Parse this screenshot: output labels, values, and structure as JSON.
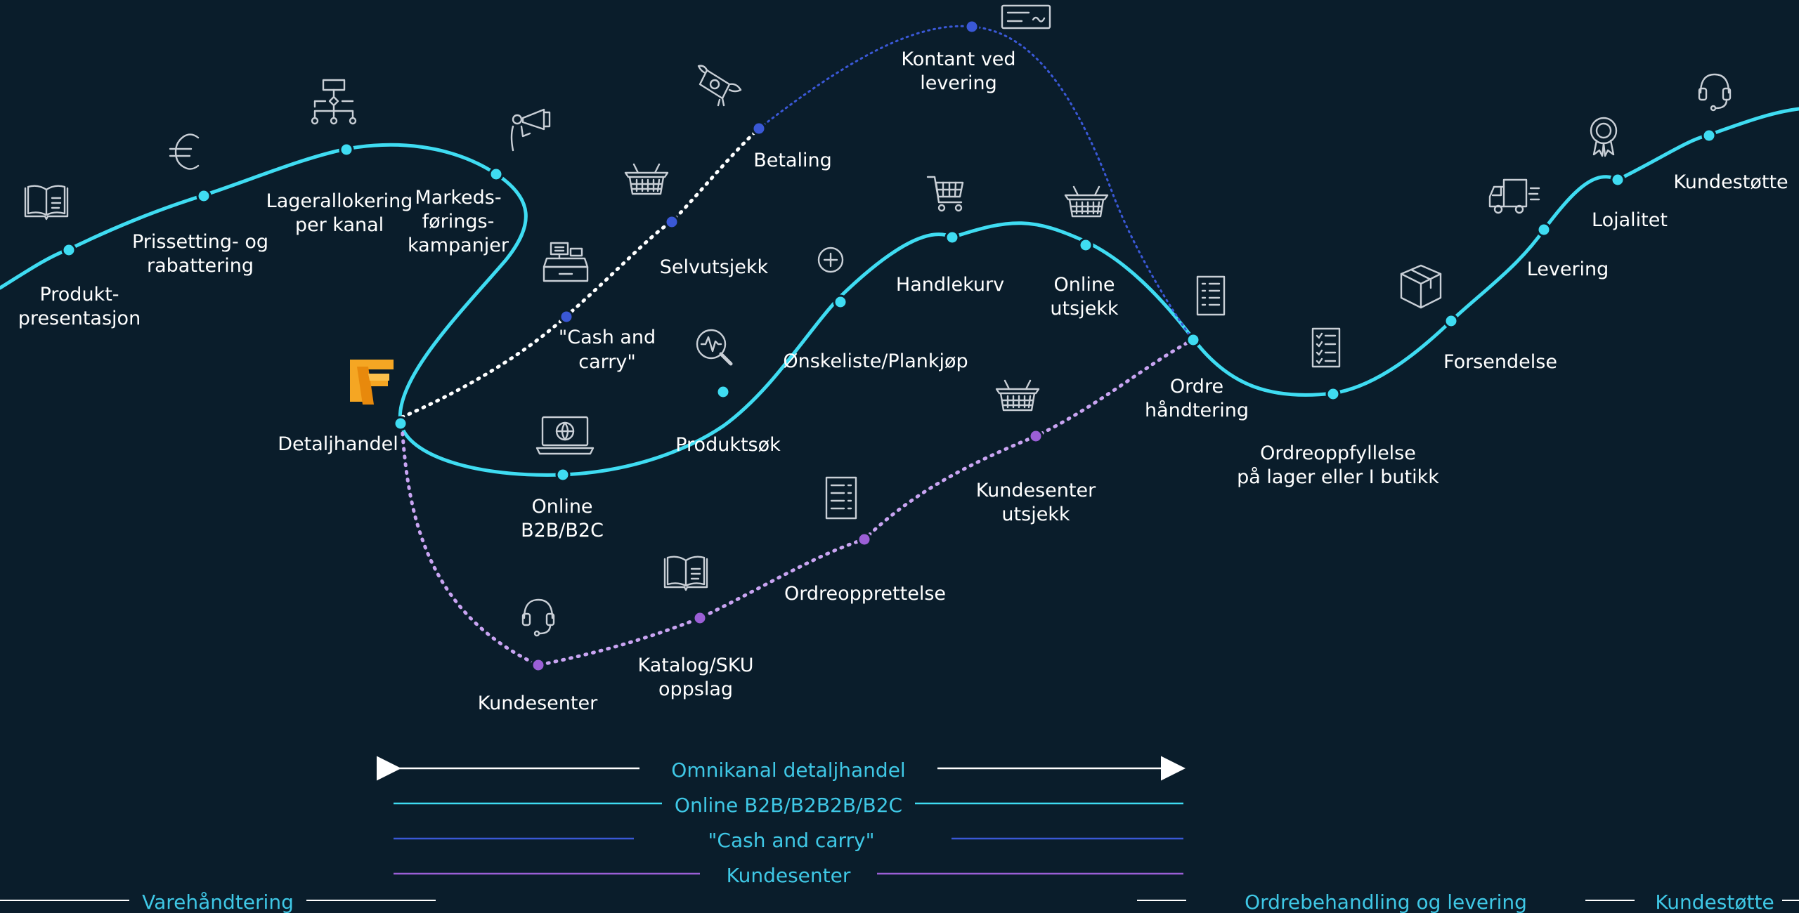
{
  "colors": {
    "background": "#0a1d2b",
    "online": "#3fdcf2",
    "cash_and_carry": "#3a58d6",
    "cash_and_carry_start": "#ffffff",
    "kundesenter": "#9b5fd6",
    "kundesenter_light": "#c9a4f2",
    "label": "#ffffff",
    "icon": "#c9cfd6",
    "bottom_label": "#3fc8e6",
    "logo_orange": "#f5a623"
  },
  "main_path": {
    "labels": {
      "produktpresentasjon": [
        "Produkt-",
        "presentasjon"
      ],
      "prissetting": [
        "Prissetting- og",
        "rabattering"
      ],
      "lagerallokering": [
        "Lagerallokering",
        "per kanal"
      ],
      "markedsforing": [
        "Markeds-",
        "førings-",
        "kampanjer"
      ],
      "detaljhandel": "Detaljhandel",
      "ordrehandtering": [
        "Ordre",
        "håndtering"
      ],
      "ordreoppfyllelse": [
        "Ordreoppfyllelse",
        "på lager eller I butikk"
      ],
      "forsendelse": "Forsendelse",
      "levering": "Levering",
      "lojalitet": "Lojalitet",
      "kundestotte": "Kundestøtte"
    }
  },
  "online_path": {
    "labels": {
      "online_b2b": [
        "Online",
        "B2B/B2C"
      ],
      "produktsok": "Produktsøk",
      "onskeliste": "Ønskeliste/Plankjøp",
      "handlekurv": "Handlekurv",
      "online_utsjekk": [
        "Online",
        "utsjekk"
      ]
    }
  },
  "cash_path": {
    "labels": {
      "cash_and_carry": [
        "\"Cash and",
        "carry\""
      ],
      "selvutsjekk": "Selvutsjekk",
      "betaling": "Betaling",
      "kontant": [
        "Kontant ved",
        "levering"
      ]
    }
  },
  "kunde_path": {
    "labels": {
      "kundesenter": "Kundesenter",
      "katalog": [
        "Katalog/SKU",
        "oppslag"
      ],
      "ordreopprettelse": "Ordreopprettelse",
      "kundesenter_utsjekk": [
        "Kundesenter",
        "utsjekk"
      ]
    }
  },
  "icons": [
    "book-icon",
    "euro-icon",
    "hierarchy-icon",
    "megaphone-icon",
    "logo-icon",
    "money-wings-icon",
    "basket-icon",
    "cash-register-icon",
    "check-icon",
    "plus-circle-icon",
    "magnifier-pulse-icon",
    "laptop-globe-icon",
    "shopping-cart-icon",
    "basket-icon",
    "list-document-icon",
    "checklist-icon",
    "package-icon",
    "truck-icon",
    "award-icon",
    "headset-icon",
    "headset-icon",
    "book-icon",
    "list-document-icon",
    "basket-icon"
  ],
  "legend": {
    "omnikanal": "Omnikanal detaljhandel",
    "online": "Online B2B/B2B2B/B2C",
    "cash": "\"Cash and carry\"",
    "kundesenter": "Kundesenter"
  },
  "bottom": {
    "varehandtering": "Varehåndtering",
    "ordrebehandling": "Ordrebehandling og levering",
    "kundestotte": "Kundestøtte"
  }
}
